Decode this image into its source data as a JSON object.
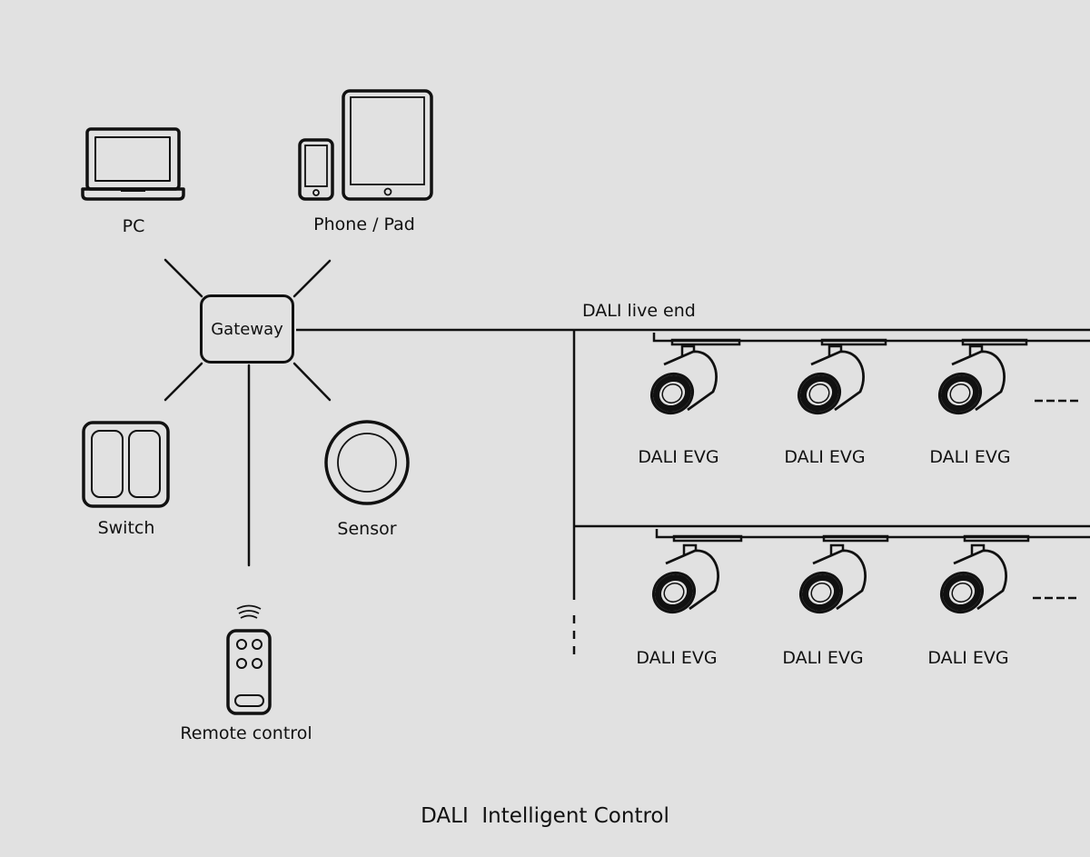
{
  "title": "DALI  Intelligent Control",
  "colors": {
    "background": "#e1e1e1",
    "stroke": "#111111"
  },
  "devices": {
    "pc": {
      "label": "PC",
      "icon": "laptop-icon"
    },
    "phone_pad": {
      "label": "Phone / Pad",
      "icon": "phone-tablet-icon"
    },
    "switch": {
      "label": "Switch",
      "icon": "wall-switch-icon"
    },
    "sensor": {
      "label": "Sensor",
      "icon": "sensor-icon"
    },
    "remote": {
      "label": "Remote control",
      "icon": "remote-control-icon"
    }
  },
  "gateway": {
    "label": "Gateway"
  },
  "bus": {
    "label": "DALI live end"
  },
  "rows": [
    {
      "fixtures": [
        {
          "label": "DALI EVG",
          "icon": "track-spotlight-icon"
        },
        {
          "label": "DALI EVG",
          "icon": "track-spotlight-icon"
        },
        {
          "label": "DALI EVG",
          "icon": "track-spotlight-icon"
        }
      ]
    },
    {
      "fixtures": [
        {
          "label": "DALI EVG",
          "icon": "track-spotlight-icon"
        },
        {
          "label": "DALI EVG",
          "icon": "track-spotlight-icon"
        },
        {
          "label": "DALI EVG",
          "icon": "track-spotlight-icon"
        }
      ]
    }
  ]
}
